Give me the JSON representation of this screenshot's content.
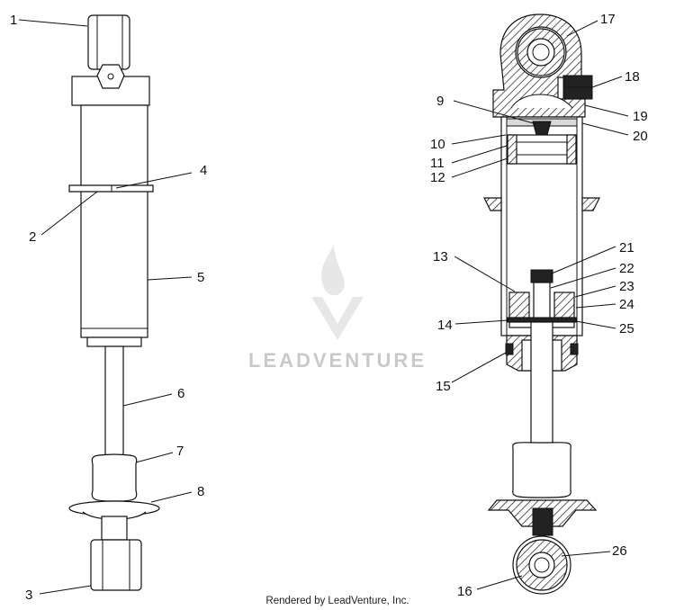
{
  "watermark": {
    "text": "LEADVENTURE"
  },
  "credit": "Rendered by LeadVenture, Inc.",
  "left_callouts": [
    "1",
    "2",
    "3",
    "4",
    "5",
    "6",
    "7",
    "8"
  ],
  "right_callouts": [
    "9",
    "10",
    "11",
    "12",
    "13",
    "14",
    "15",
    "16",
    "17",
    "18",
    "19",
    "20",
    "21",
    "22",
    "23",
    "24",
    "25",
    "26"
  ]
}
